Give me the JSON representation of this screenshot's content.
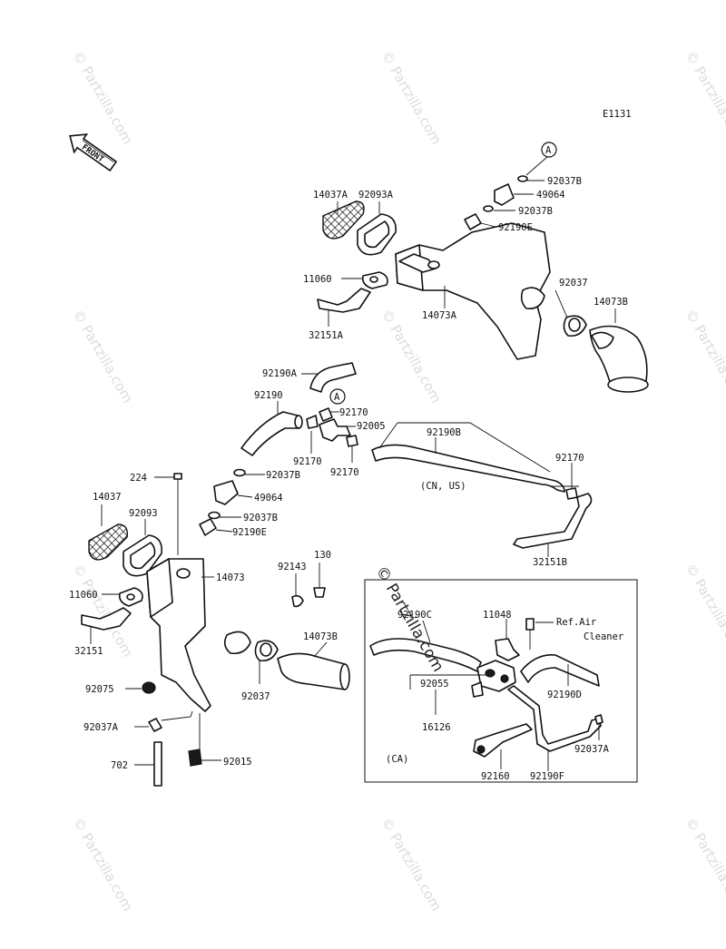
{
  "diagram_code": "E1131",
  "front_label": "FRONT",
  "watermark": "© Partzilla.com",
  "ref_marker": "A",
  "upper_assembly": {
    "labels": [
      "14037A",
      "92093A",
      "92037B",
      "49064",
      "92037B",
      "92190E",
      "11060",
      "92037",
      "14073B",
      "14073A",
      "32151A"
    ]
  },
  "middle_hoses": {
    "labels": [
      "92190A",
      "92190",
      "92170",
      "92005",
      "92170",
      "92170",
      "92190B",
      "92170",
      "32151B",
      "(CN, US)"
    ]
  },
  "lower_assembly": {
    "labels": [
      "224",
      "92037B",
      "49064",
      "14037",
      "92093",
      "92037B",
      "92190E",
      "14073",
      "130",
      "92143",
      "11060",
      "32151",
      "14073B",
      "92075",
      "92037",
      "92037A",
      "702",
      "92015"
    ]
  },
  "ca_box": {
    "labels": [
      "92190C",
      "11048",
      "Ref.Air",
      "Cleaner",
      "92055",
      "92190D",
      "16126",
      "92037A",
      "92160",
      "92190F",
      "(CA)"
    ]
  }
}
